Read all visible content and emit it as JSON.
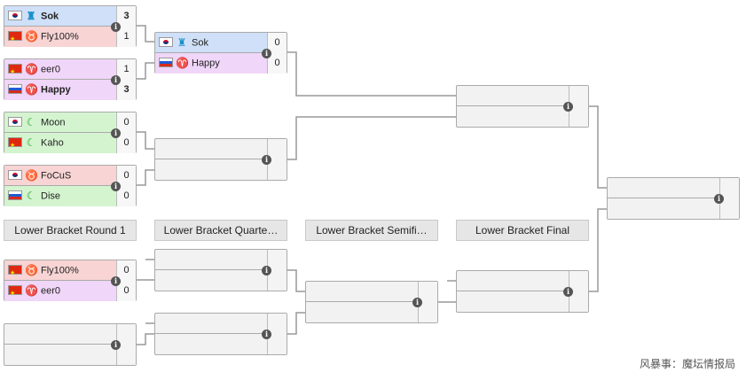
{
  "colors": {
    "protoss": "#cfe0f8",
    "zerg": "#f0d6f8",
    "orc": "#f8d4d4",
    "elf": "#d4f4d0",
    "line": "#999999"
  },
  "headers": [
    "Lower Bracket Round 1",
    "Lower Bracket Quarte…",
    "Lower Bracket Semifi…",
    "Lower Bracket Final"
  ],
  "matches": [
    {
      "top": {
        "flag": "kr",
        "race": "protoss",
        "name": "Sok",
        "score": "3",
        "win": true
      },
      "bottom": {
        "flag": "cn",
        "race": "orc",
        "name": "Fly100%",
        "score": "1",
        "win": false
      }
    },
    {
      "top": {
        "flag": "cn",
        "race": "zerg",
        "name": "eer0",
        "score": "1",
        "win": false
      },
      "bottom": {
        "flag": "ru",
        "race": "zerg",
        "name": "Happy",
        "score": "3",
        "win": true
      }
    },
    {
      "top": {
        "flag": "kr",
        "race": "elf",
        "name": "Moon",
        "score": "0",
        "win": false
      },
      "bottom": {
        "flag": "cn",
        "race": "elf",
        "name": "Kaho",
        "score": "0",
        "win": false
      }
    },
    {
      "top": {
        "flag": "kr",
        "race": "orc",
        "name": "FoCuS",
        "score": "0",
        "win": false
      },
      "bottom": {
        "flag": "ru",
        "race": "elf",
        "name": "Dise",
        "score": "0",
        "win": false
      }
    },
    {
      "top": {
        "flag": "kr",
        "race": "protoss",
        "name": "Sok",
        "score": "0",
        "win": false
      },
      "bottom": {
        "flag": "ru",
        "race": "zerg",
        "name": "Happy",
        "score": "0",
        "win": false
      }
    },
    {
      "top": {
        "flag": "cn",
        "race": "orc",
        "name": "Fly100%",
        "score": "0",
        "win": false
      },
      "bottom": {
        "flag": "cn",
        "race": "zerg",
        "name": "eer0",
        "score": "0",
        "win": false
      }
    }
  ],
  "watermark": "风暴事：魔坛情报局"
}
